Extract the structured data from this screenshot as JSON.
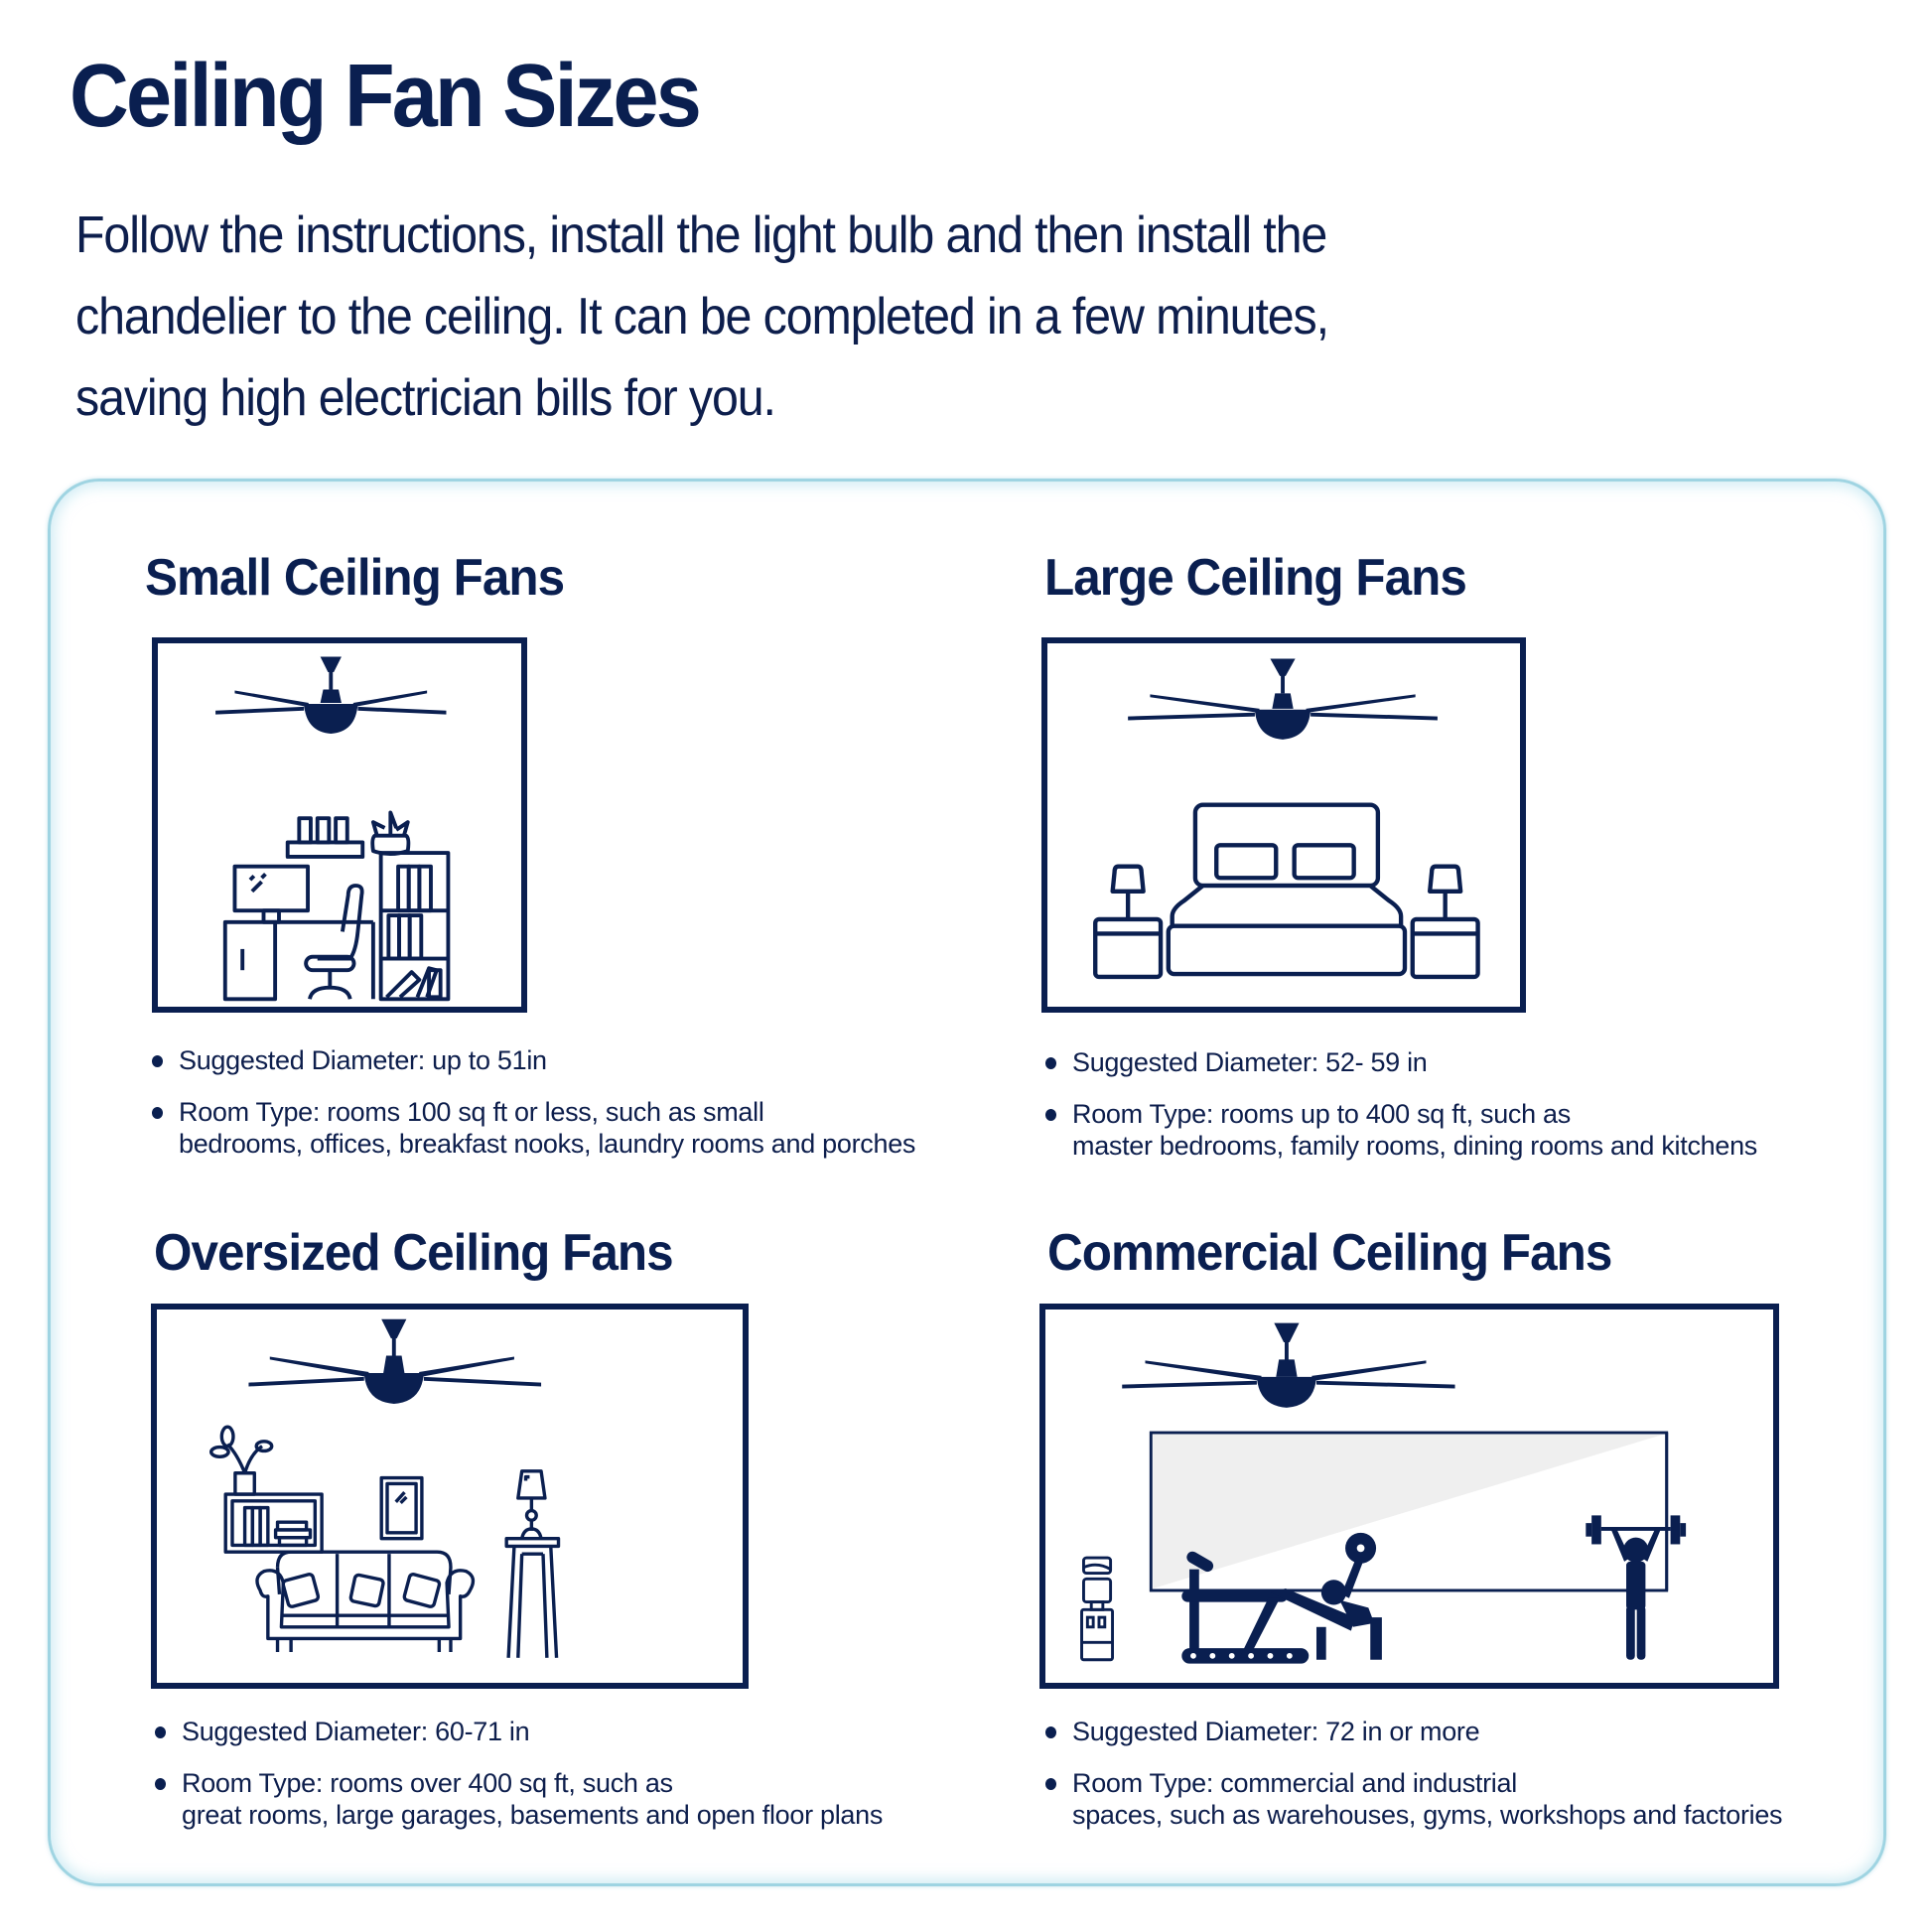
{
  "header": {
    "title": "Ceiling Fan Sizes",
    "intro_lines": [
      "Follow the instructions, install the light bulb and then install the",
      "chandelier to the ceiling. It can be completed in a few minutes,",
      "saving high electrician bills for you."
    ]
  },
  "colors": {
    "primary": "#0a1f50",
    "panel_border": "#9fd4e2",
    "mirror_fill": "#efefef"
  },
  "sections": [
    {
      "title": "Small Ceiling Fans",
      "illustration": "home-office-icon",
      "diameter": "Suggested Diameter: up to 51in",
      "room_type_lines": [
        "Room Type: rooms 100 sq ft or less, such as small",
        "bedrooms, offices, breakfast nooks, laundry rooms and porches"
      ]
    },
    {
      "title": "Large Ceiling Fans",
      "illustration": "bedroom-icon",
      "diameter": "Suggested Diameter: 52- 59 in",
      "room_type_lines": [
        "Room Type: rooms up to 400 sq ft, such as",
        "master bedrooms, family rooms, dining rooms and kitchens"
      ]
    },
    {
      "title": "Oversized Ceiling Fans",
      "illustration": "living-room-icon",
      "diameter": "Suggested Diameter: 60-71 in",
      "room_type_lines": [
        "Room Type: rooms over 400 sq ft, such as",
        "great rooms, large garages, basements and open floor plans"
      ]
    },
    {
      "title": "Commercial Ceiling Fans",
      "illustration": "gym-icon",
      "diameter": "Suggested Diameter: 72 in or more",
      "room_type_lines": [
        "Room Type: commercial and industrial",
        "spaces, such as warehouses, gyms, workshops and factories"
      ]
    }
  ]
}
